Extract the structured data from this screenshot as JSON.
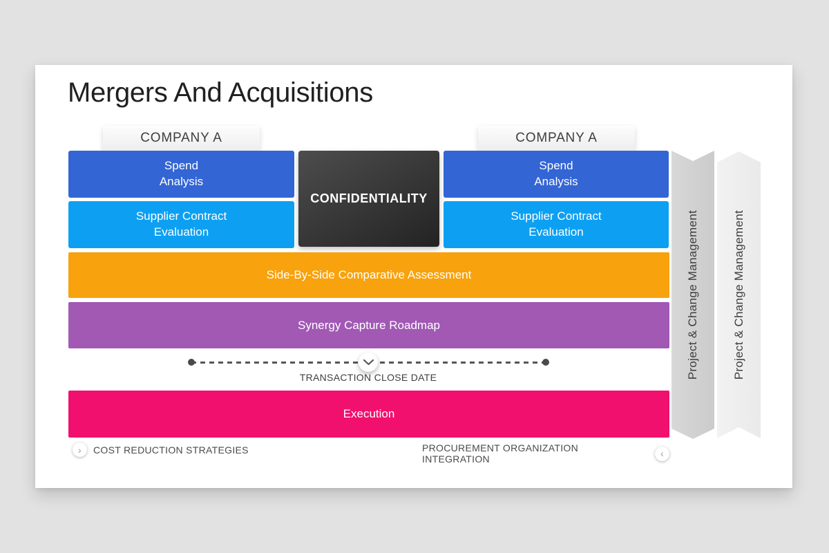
{
  "title": "Mergers And Acquisitions",
  "tabs": {
    "left": "COMPANY A",
    "right": "COMPANY A"
  },
  "left_column": {
    "spend": "Spend\nAnalysis",
    "supplier": "Supplier Contract\nEvaluation"
  },
  "right_column": {
    "spend": "Spend\nAnalysis",
    "supplier": "Supplier Contract\nEvaluation"
  },
  "confidentiality": "CONFIDENTIALITY",
  "bars": {
    "assessment": "Side-By-Side Comparative Assessment",
    "synergy": "Synergy Capture Roadmap",
    "execution": "Execution"
  },
  "timeline": {
    "label": "TRANSACTION CLOSE DATE"
  },
  "footer": {
    "left": "COST REDUCTION STRATEGIES",
    "left_icon_glyph": "›",
    "right": "PROCUREMENT ORGANIZATION INTEGRATION",
    "right_icon_glyph": "‹"
  },
  "ribbons": {
    "first": "Project & Change Management",
    "second": "Project & Change Management"
  },
  "colors": {
    "page_background": "#e2e2e2",
    "slide_background": "#ffffff",
    "blue": "#3365d4",
    "light_blue": "#0da0f2",
    "orange": "#f8a20d",
    "purple": "#a159b4",
    "pink": "#f2106e",
    "dark_box_gradient_start": "#4d4d4d",
    "dark_box_gradient_end": "#232323",
    "ribbon_dark": "#d2d2d2",
    "ribbon_light": "#eeeeee",
    "text_dark": "#3e3e3e",
    "timeline_line": "#555555"
  }
}
